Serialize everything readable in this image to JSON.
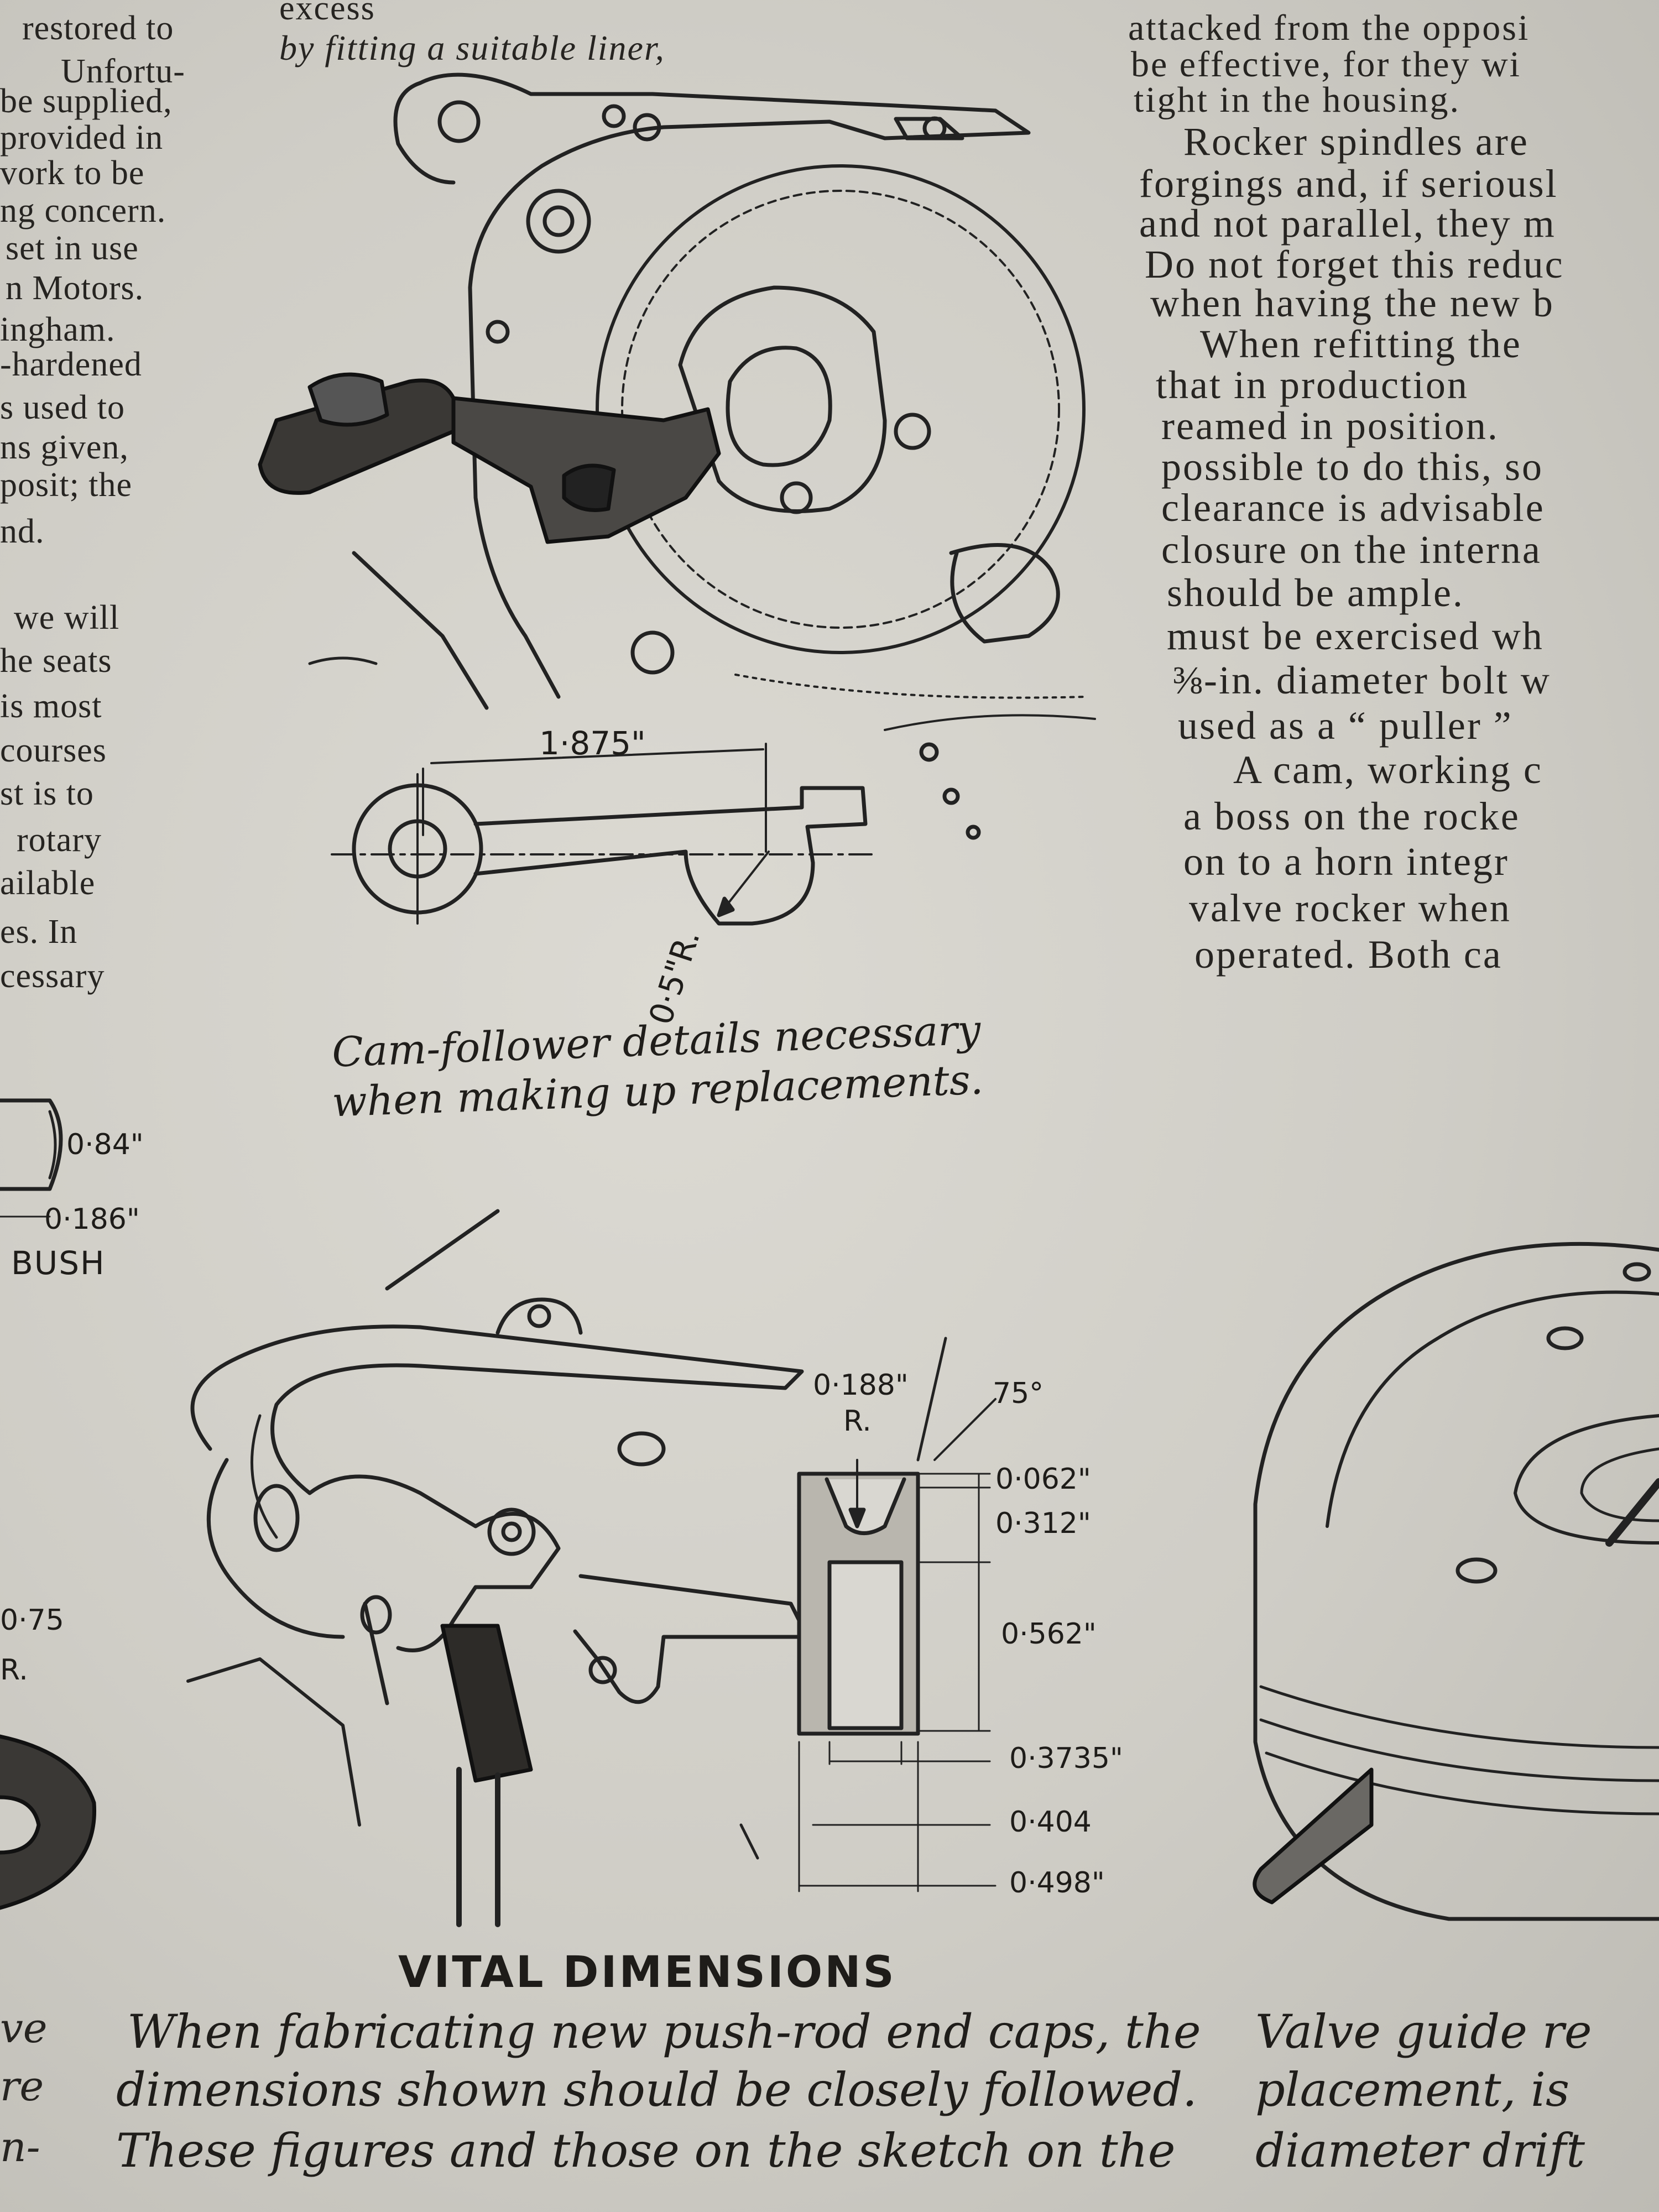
{
  "left_column": {
    "lines": [
      "restored to",
      "Unfortu-",
      "be supplied,",
      "provided in",
      "vork to be",
      "ng concern.",
      "set in use",
      "n Motors.",
      "ingham.",
      "-hardened",
      "s used to",
      "ns given,",
      "posit; the",
      "nd.",
      "we will",
      "he seats",
      "is most",
      "courses",
      "st is to",
      "rotary",
      "ailable",
      "es. In",
      "cessary"
    ],
    "side_labels": {
      "dim_084": "0·84\"",
      "dim_0186": "0·186\"",
      "bush": "BUSH",
      "dim_075": "0·75",
      "dim_r": "R."
    },
    "bottom_fragments": [
      "ve",
      "re",
      "n-"
    ]
  },
  "top_middle": {
    "line1": "excess",
    "line2": "by fitting a suitable liner,"
  },
  "right_column": {
    "lines": [
      "attacked from the opposi",
      "be effective, for they wi",
      "tight in the housing.",
      "Rocker spindles are",
      "forgings and, if seriousl",
      "and not parallel, they m",
      "Do not forget this reduc",
      "when having the new b",
      "When refitting the",
      "that in production",
      "reamed in position.",
      "possible to do this, so",
      "clearance is advisable",
      "closure on the interna",
      "should be ample.",
      "must be exercised wh",
      "⅜-in. diameter bolt w",
      "used as a “ puller ”",
      "A cam, working c",
      "a boss on the rocke",
      "on to a horn integr",
      "valve rocker when",
      "operated. Both ca"
    ]
  },
  "figure_top": {
    "dim_length": "1·875\"",
    "dim_radius": "0·5\"R.",
    "caption_line1": "Cam-follower details necessary",
    "caption_line2": "when making up replacements."
  },
  "figure_bottom": {
    "dim_radius": "0·188\"",
    "dim_radius_r": "R.",
    "dim_angle": "75°",
    "dim_a": "0·062\"",
    "dim_b": "0·312\"",
    "dim_c": "0·562\"",
    "dim_d": "0·3735\"",
    "dim_e": "0·404",
    "dim_f": "0·498\"",
    "heading": "VITAL DIMENSIONS",
    "caption_line1": "When fabricating new push-rod end caps, the",
    "caption_line2": "dimensions shown should be closely followed.",
    "caption_line3": "These figures and those on the sketch on the"
  },
  "right_bottom": {
    "line1": "Valve guide re",
    "line2": "placement, is",
    "line3": "diameter drift"
  }
}
